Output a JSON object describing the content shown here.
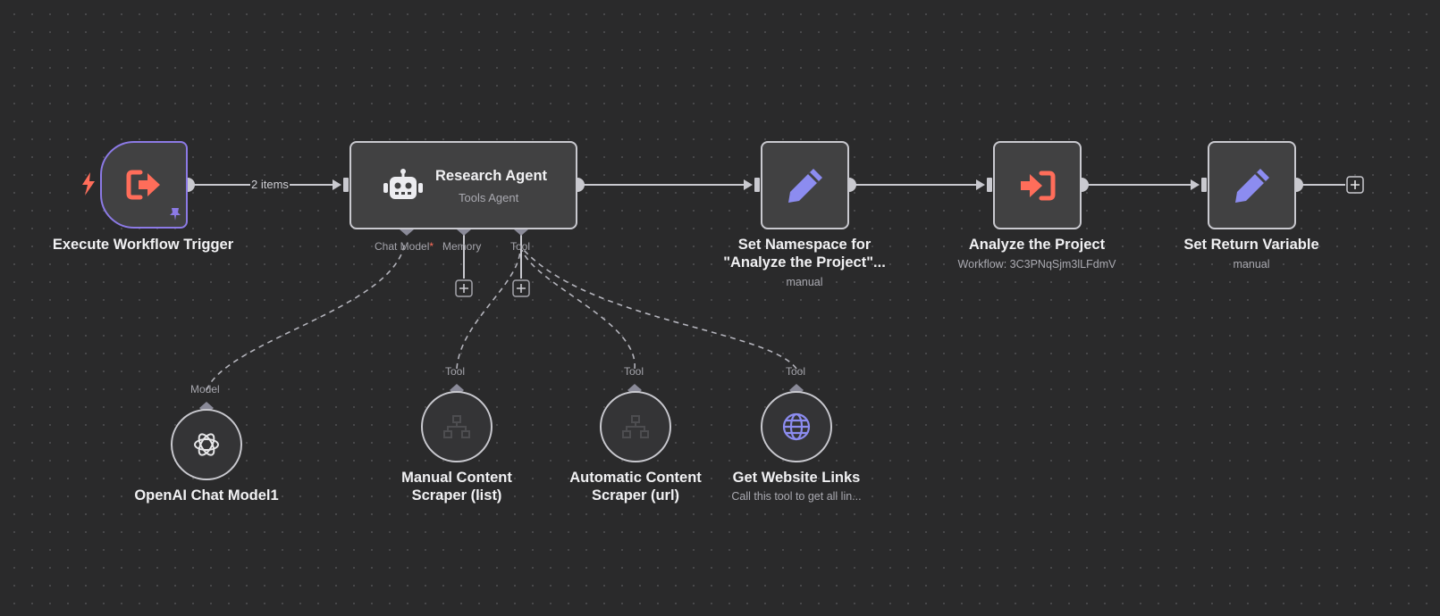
{
  "nodes": {
    "trigger": {
      "label": "Execute Workflow Trigger",
      "edge_label": "2 items"
    },
    "agent": {
      "title": "Research Agent",
      "subtitle": "Tools Agent",
      "ports": {
        "chat_model": "Chat Model",
        "chat_model_required": "*",
        "memory": "Memory",
        "tool": "Tool"
      }
    },
    "set_namespace": {
      "label_line1": "Set Namespace for",
      "label_line2": "\"Analyze the Project\"...",
      "subtitle": "manual"
    },
    "analyze": {
      "label": "Analyze the Project",
      "subtitle": "Workflow: 3C3PNqSjm3lLFdmV"
    },
    "set_return": {
      "label": "Set Return Variable",
      "subtitle": "manual"
    },
    "openai": {
      "label": "OpenAI Chat Model1",
      "port": "Model"
    },
    "manual_scraper": {
      "label_line1": "Manual Content",
      "label_line2": "Scraper (list)",
      "port": "Tool"
    },
    "auto_scraper": {
      "label_line1": "Automatic Content",
      "label_line2": "Scraper (url)",
      "port": "Tool"
    },
    "website_links": {
      "label": "Get Website Links",
      "subtitle": "Call this tool to get all lin...",
      "port": "Tool"
    }
  },
  "colors": {
    "canvas": "#2a2a2b",
    "node_fill": "#414142",
    "node_border": "#c9c9cf",
    "trigger_border": "#8c7ae6",
    "accent_red": "#ff6d5a",
    "accent_purple": "#8c8cf0"
  },
  "icons": [
    "lightning-icon",
    "sign-out-icon",
    "pin-icon",
    "robot-icon",
    "pencil-icon",
    "sign-in-icon",
    "openai-icon",
    "sitemap-icon",
    "globe-icon",
    "plus-icon"
  ]
}
